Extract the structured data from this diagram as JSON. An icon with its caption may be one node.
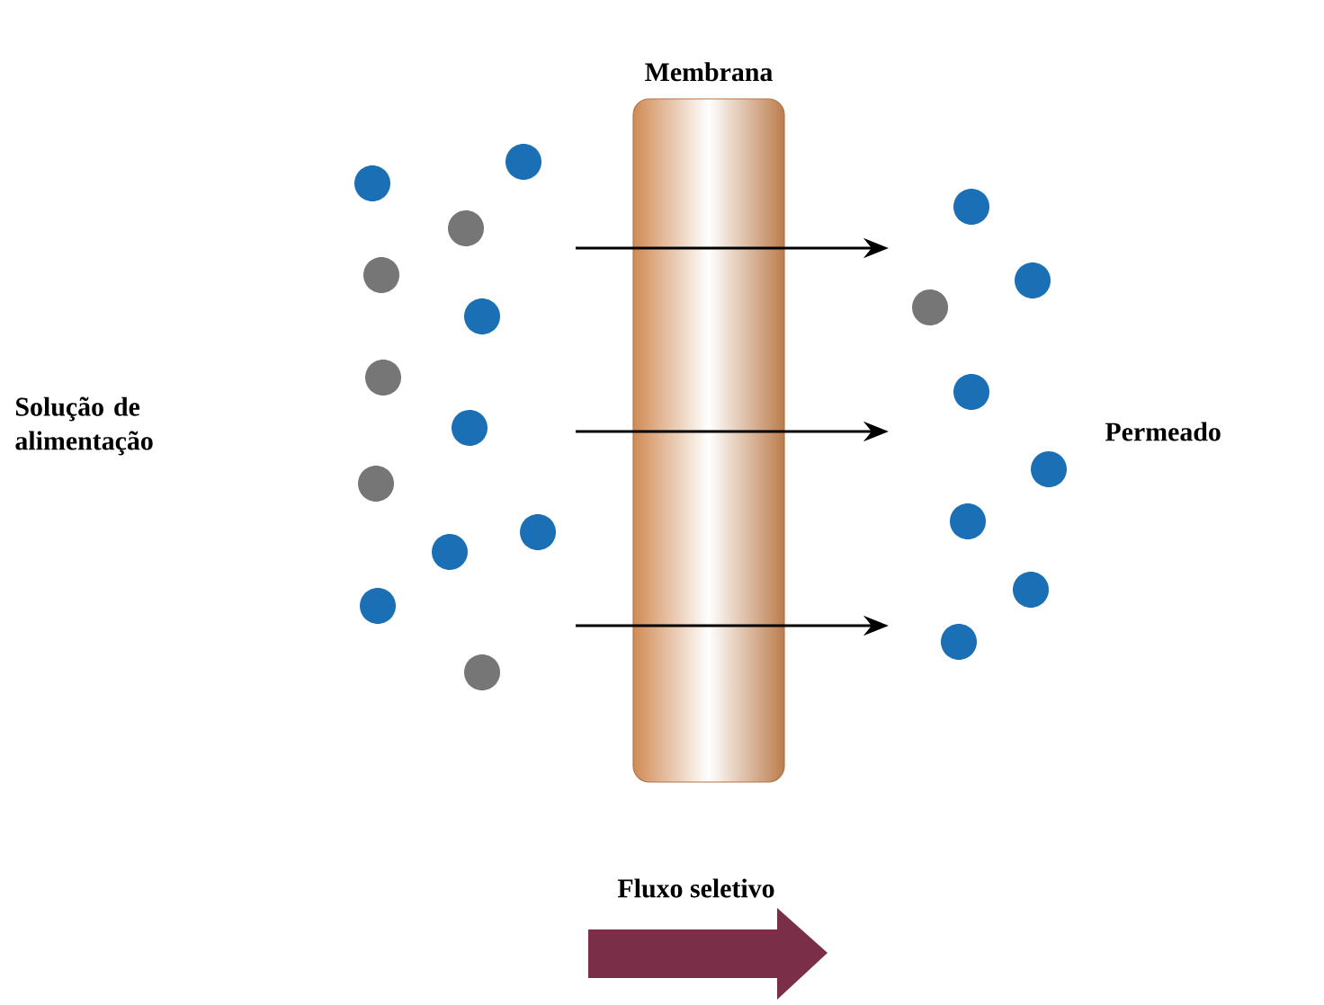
{
  "diagram": {
    "nodes": [
      {
        "text": [
          "Membrana"
        ]
      }
    ],
    "labels": [
      "Solução de alimentação",
      "Permeado",
      "Fluxo seletivo"
    ]
  }
}
